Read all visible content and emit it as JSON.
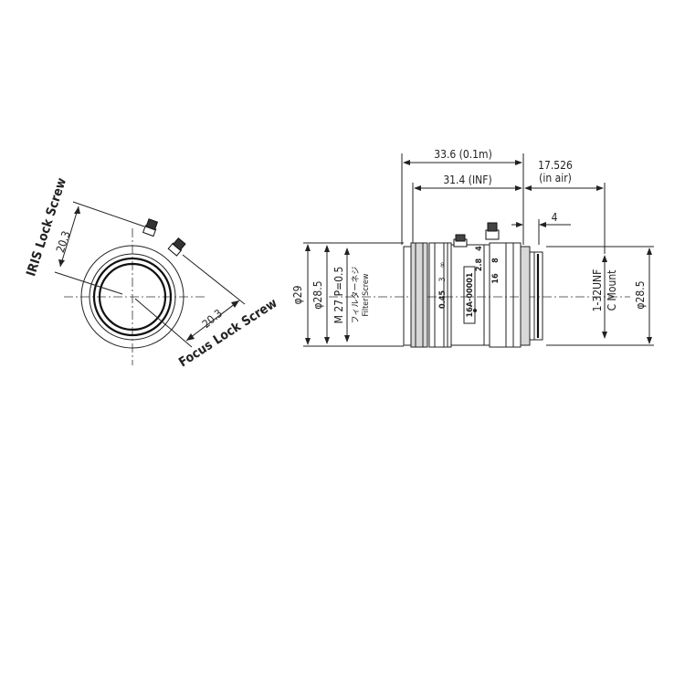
{
  "front_view": {
    "iris_lock_label": "IRIS Lock Screw",
    "iris_lock_dim": "20.3",
    "focus_lock_label": "Focus Lock Screw",
    "focus_lock_dim": "20.3"
  },
  "side_view": {
    "length_total": "33.6 (0.1m)",
    "length_inf": "31.4 (INF)",
    "flange_back": "17.526",
    "flange_back_note": "(in air)",
    "mount_depth": "4",
    "dia_outer": "φ29",
    "dia_body": "φ28.5",
    "filter_thread": "M 27  P=0.5",
    "filter_jp": "フィルターネジ",
    "filter_en": "Filter Screw",
    "mount_thread": "1-32UNF",
    "mount_name": "C Mount",
    "dia_mount": "φ28.5",
    "aperture_marks": [
      "16",
      "8",
      "4",
      "2.8"
    ],
    "aperture_min": "0.45",
    "model_tag": "16A-00001",
    "focus_marks": [
      "∞",
      "3"
    ]
  }
}
